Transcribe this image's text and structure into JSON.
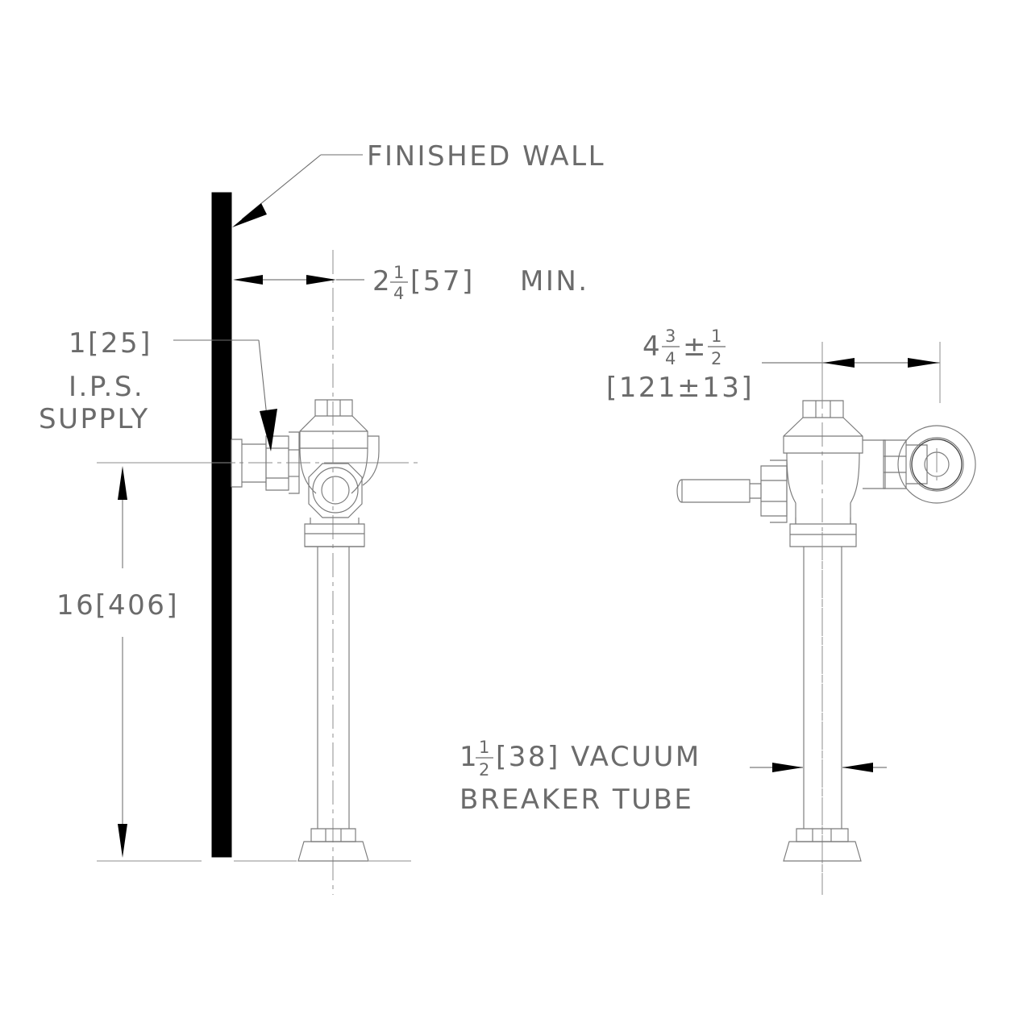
{
  "drawing": {
    "title": "Flushometer valve rough-in dimension drawing",
    "background_color": "#ffffff",
    "line_color": "#7a7a7a",
    "wall_color": "#000000",
    "text_color": "#6b6b6b"
  },
  "annotations": {
    "finished_wall": {
      "label": "FINISHED  WALL",
      "name": "finished-wall-callout"
    },
    "supply": {
      "line1": "1[25]",
      "line2": "I.P.S.",
      "line3": "SUPPLY",
      "name": "ips-supply-callout"
    },
    "vacuum_breaker": {
      "line1_whole": "1",
      "line1_num": "1",
      "line1_den": "2",
      "line1_rest": "[38]  VACUUM",
      "line2": "BREAKER  TUBE",
      "name": "vacuum-breaker-tube-callout"
    }
  },
  "dimensions": {
    "wall_offset": {
      "whole": "2",
      "numerator": "1",
      "denominator": "4",
      "bracket": "[57]",
      "suffix": "MIN.",
      "name": "wall-offset-dimension"
    },
    "rough_in_height": {
      "text": "16[406]",
      "name": "rough-in-height-dimension"
    },
    "outlet_offset": {
      "whole": "4",
      "numerator": "3",
      "denominator": "4",
      "plusminus": "±",
      "tol_num": "1",
      "tol_den": "2",
      "bracket": "[121±13]",
      "name": "outlet-offset-dimension"
    },
    "tube_size": {
      "whole": "1",
      "numerator": "1",
      "denominator": "2",
      "bracket": "[38]",
      "name": "vacuum-breaker-tube-dimension"
    }
  },
  "views": {
    "left": {
      "name": "side-elevation-view",
      "parts": [
        "finished-wall",
        "supply-pipe",
        "control-stop",
        "flushometer-body",
        "vacuum-breaker-tube",
        "spud-coupling"
      ]
    },
    "right": {
      "name": "front-elevation-view",
      "parts": [
        "handle-lever",
        "handle-coupling",
        "flushometer-body",
        "tailpiece-coupling",
        "outlet-elbow",
        "vacuum-breaker-tube",
        "spud-coupling"
      ]
    }
  }
}
